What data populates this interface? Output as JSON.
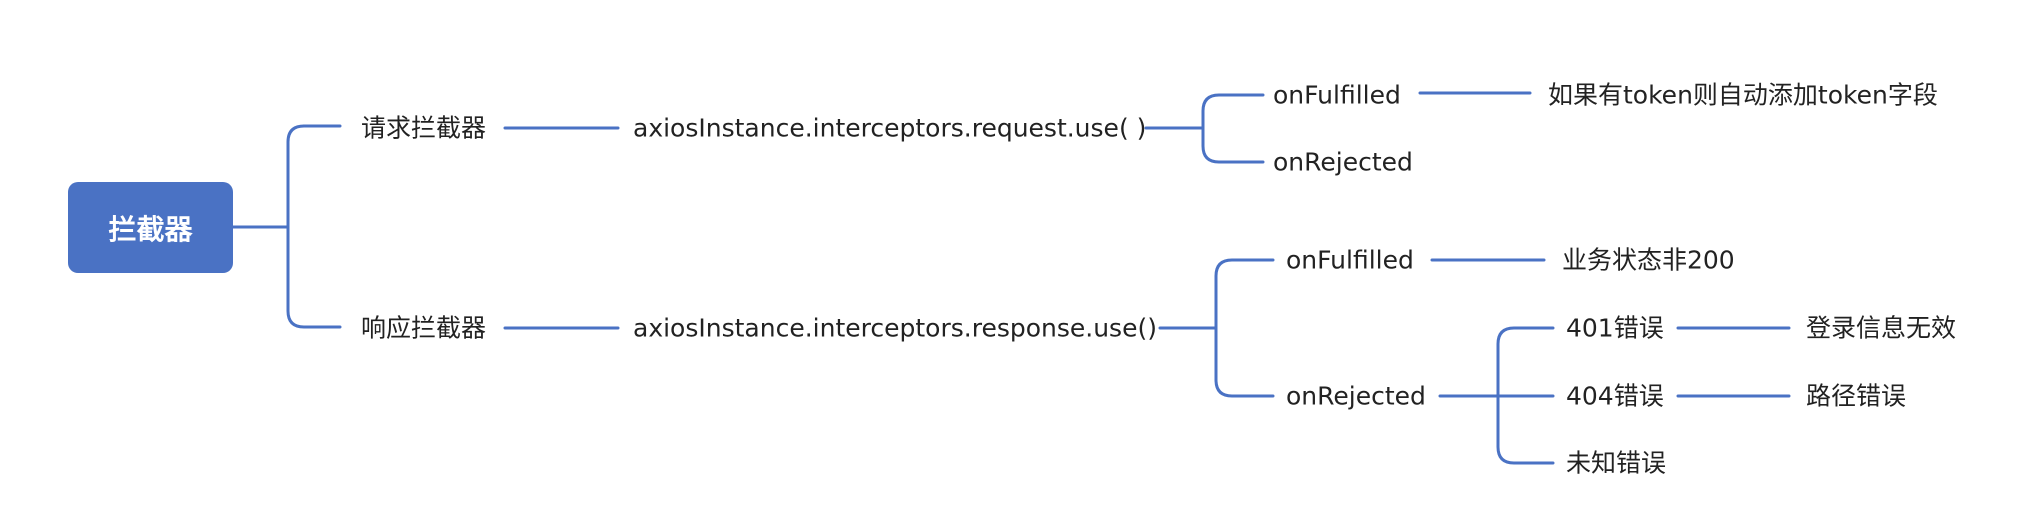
{
  "root": {
    "label": "拦截器"
  },
  "request": {
    "label": "请求拦截器",
    "method": "axiosInstance.interceptors.request.use( )",
    "on_fulfilled": "onFulfilled",
    "on_fulfilled_note": "如果有token则自动添加token字段",
    "on_rejected": "onRejected"
  },
  "response": {
    "label": "响应拦截器",
    "method": "axiosInstance.interceptors.response.use()",
    "on_fulfilled": "onFulfilled",
    "on_fulfilled_note": "业务状态非200",
    "on_rejected": "onRejected",
    "errors": [
      {
        "label": "401错误",
        "note": "登录信息无效"
      },
      {
        "label": "404错误",
        "note": "路径错误"
      },
      {
        "label": "未知错误"
      }
    ]
  },
  "colors": {
    "accent": "#4a72c4",
    "text": "#222222",
    "background": "#ffffff"
  }
}
